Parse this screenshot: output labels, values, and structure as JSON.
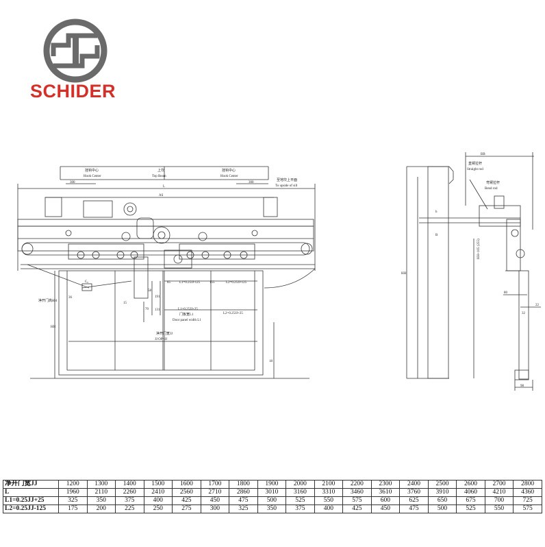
{
  "brand": {
    "name": "SCHIDER",
    "color": "#d4302a",
    "logo_color": "#6a6a6a"
  },
  "front_view": {
    "top_labels": [
      {
        "cn": "挂钩中心",
        "en": "Hook Center"
      },
      {
        "cn": "上坎",
        "en": "Top Beam"
      },
      {
        "cn": "挂钩中心",
        "en": "Hook Center"
      }
    ],
    "sill_note": {
      "cn": "至地坎上平面",
      "en": "To upside of sill"
    },
    "dims": {
      "left_offset": "300",
      "right_offset": "300",
      "overall": "L",
      "hanger_span": "AS",
      "d36": "36",
      "d15": "15",
      "d85": "85",
      "d58": "58",
      "d191": "191",
      "d131": "131",
      "d70": "70",
      "d155": "155",
      "l1_top": "L1=0.25JJ-125",
      "l2_top": "L2=0.25JJ-125",
      "l1_bottom": "L1=0.25JJ+25",
      "l2_bottom": "L2=0.25JJ+25",
      "panel_width": {
        "cn": "门板宽L1",
        "en": "Door panel width L1"
      },
      "clear_width": {
        "cn": "净开门宽JJ",
        "en": "JJ OP=JJ"
      },
      "clear_height_label": "净开门高HH",
      "hh": "HH",
      "d18": "18",
      "cn_c": "C₀"
    }
  },
  "side_view": {
    "width": "BB",
    "straight_rod": {
      "cn": "直臂拉杆",
      "en": "Straight rod"
    },
    "bend_rod": {
      "cn": "弯臂拉杆",
      "en": "Bend rod"
    },
    "height_total": "HH",
    "mm_note": "HH+105 (255)",
    "d80": "80",
    "d22": "22",
    "d32": "32",
    "d98": "98",
    "b_label": "B",
    "h_label": "h"
  },
  "spec_table": {
    "rows": [
      {
        "label": "净开门宽JJ",
        "values": [
          "1200",
          "1300",
          "1400",
          "1500",
          "1600",
          "1700",
          "1800",
          "1900",
          "2000",
          "2100",
          "2200",
          "2300",
          "2400",
          "2500",
          "2600",
          "2700",
          "2800"
        ]
      },
      {
        "label": "L",
        "values": [
          "1960",
          "2110",
          "2260",
          "2410",
          "2560",
          "2710",
          "2860",
          "3010",
          "3160",
          "3310",
          "3460",
          "3610",
          "3760",
          "3910",
          "4060",
          "4210",
          "4360"
        ]
      },
      {
        "label": "L1=0.25JJ+25",
        "values": [
          "325",
          "350",
          "375",
          "400",
          "425",
          "450",
          "475",
          "500",
          "525",
          "550",
          "575",
          "600",
          "625",
          "650",
          "675",
          "700",
          "725"
        ]
      },
      {
        "label": "L2=0.25JJ-125",
        "values": [
          "175",
          "200",
          "225",
          "250",
          "275",
          "300",
          "325",
          "350",
          "375",
          "400",
          "425",
          "450",
          "475",
          "500",
          "525",
          "550",
          "575"
        ]
      }
    ]
  }
}
